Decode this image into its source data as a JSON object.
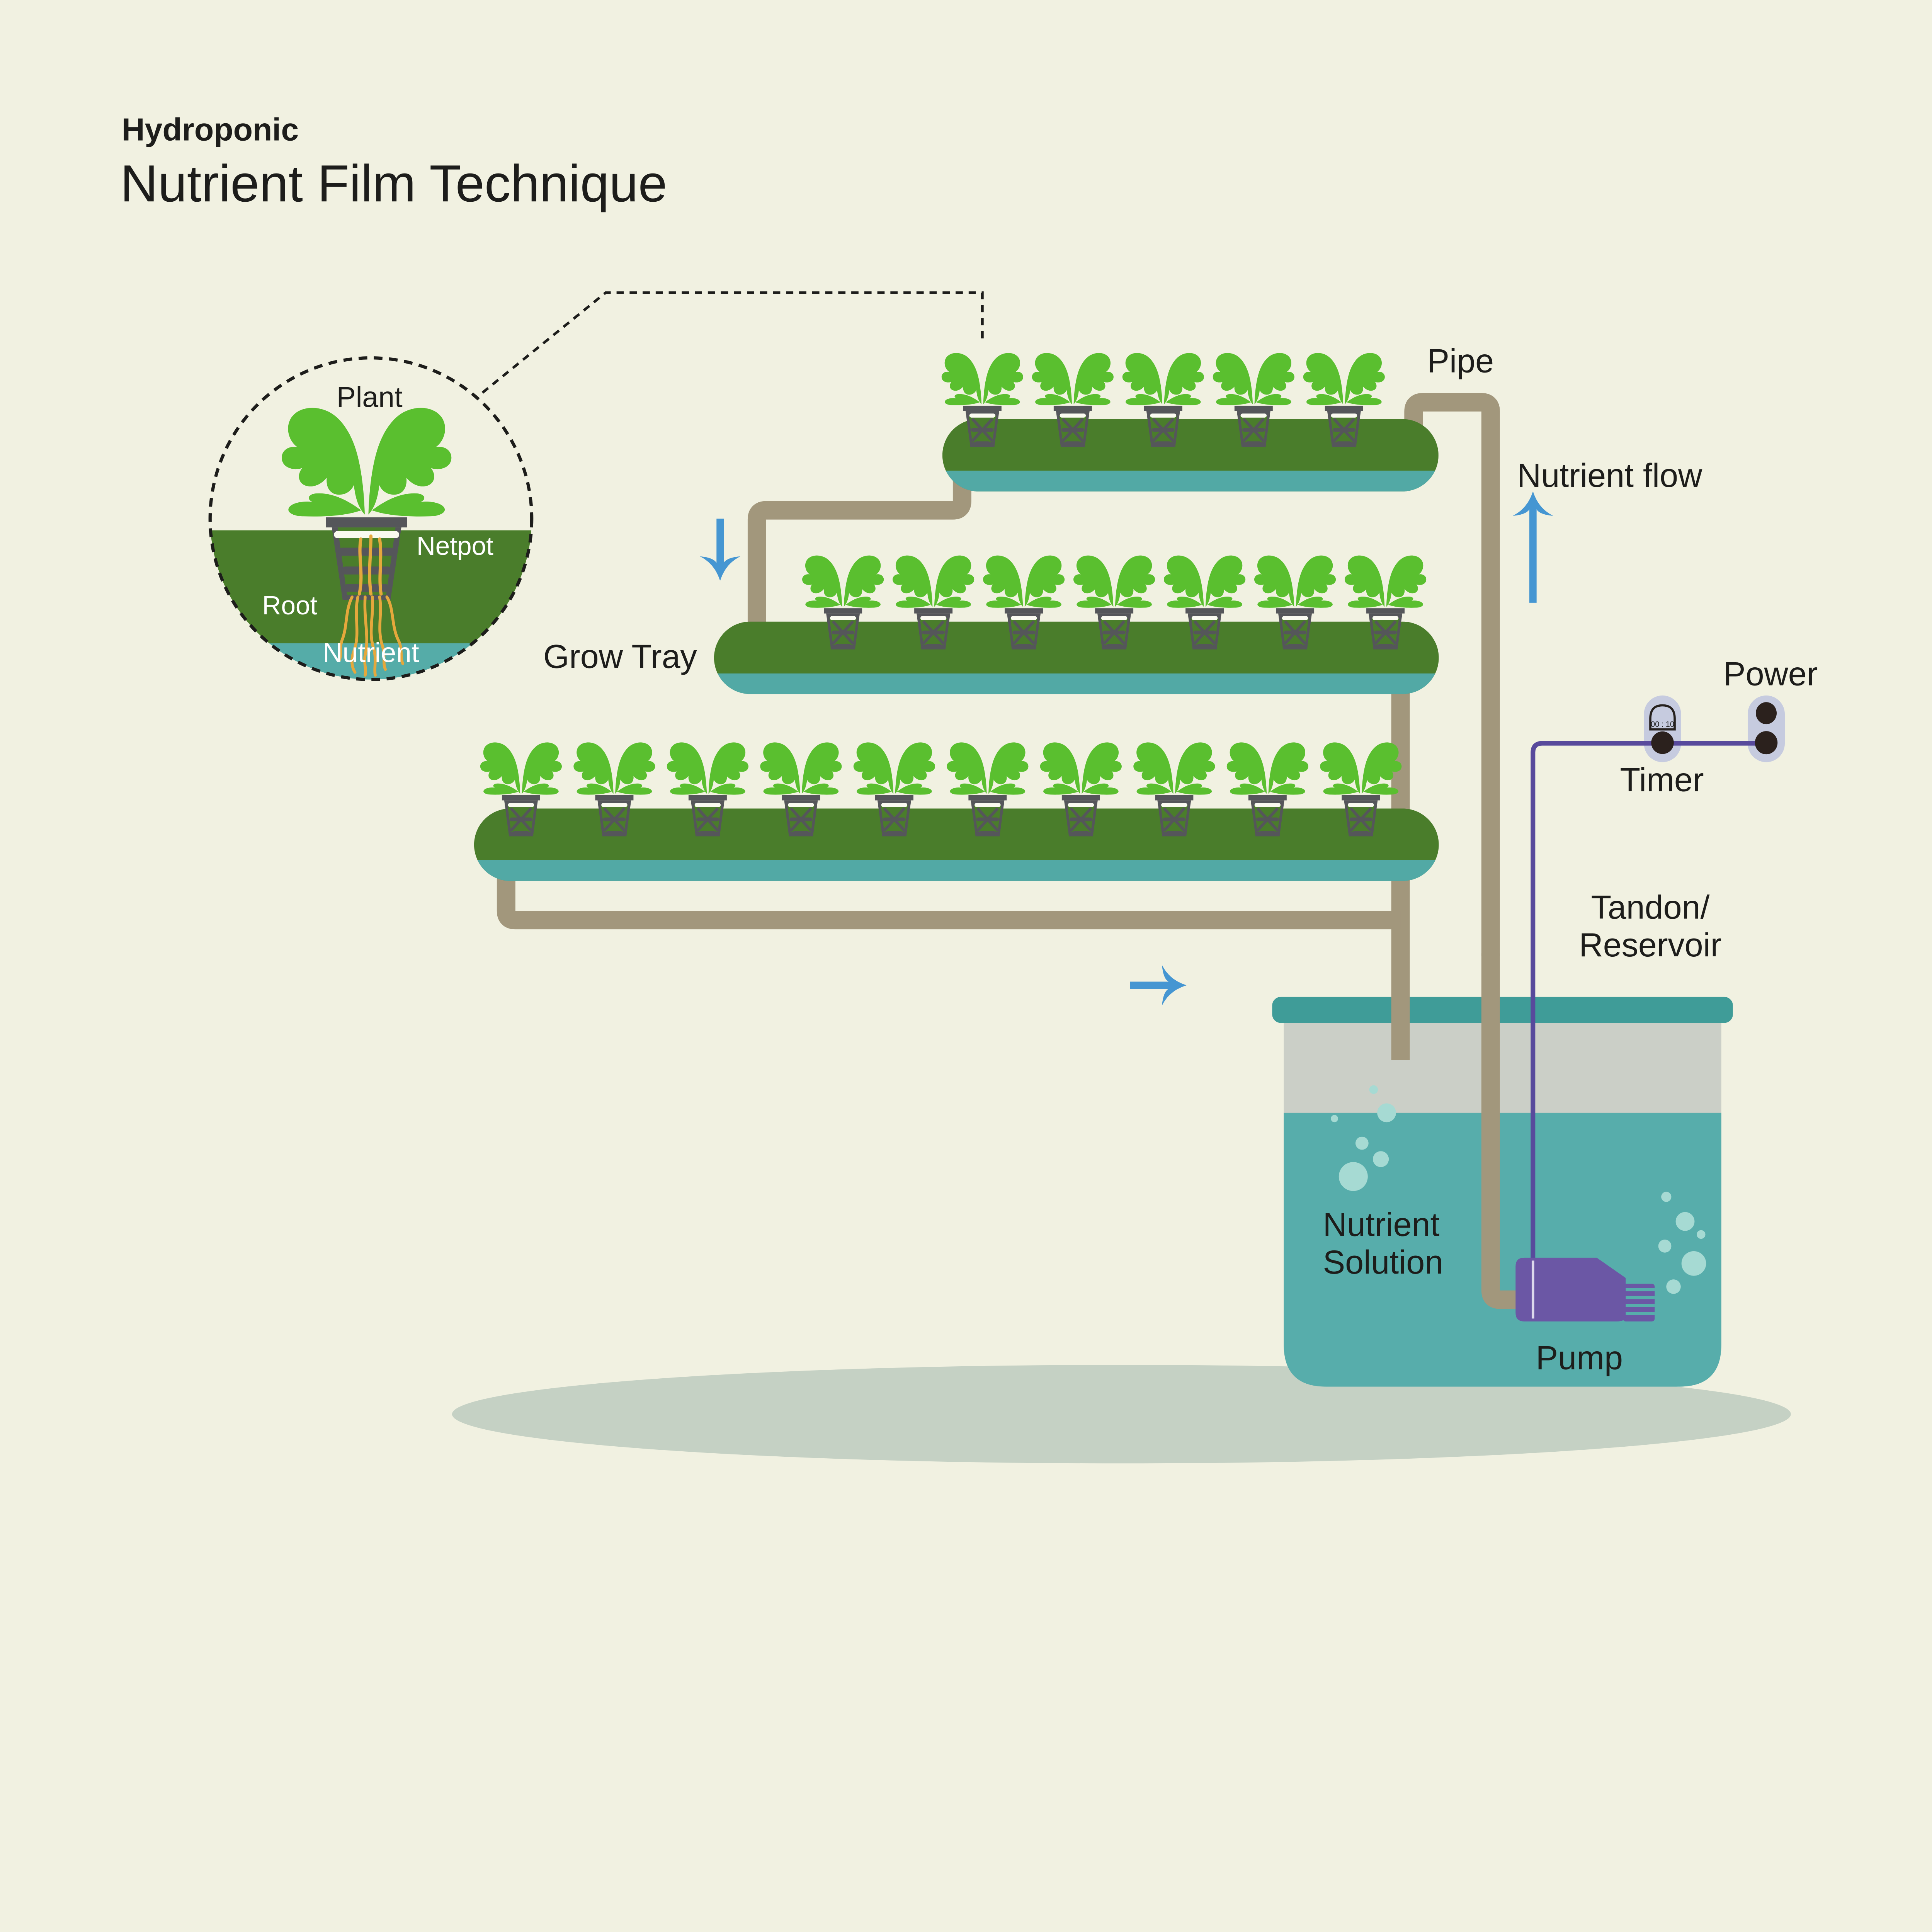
{
  "title": {
    "kicker": "Hydroponic",
    "main": "Nutrient Film Technique",
    "kicker_color": "#c9502a",
    "main_color": "#2e8b4b"
  },
  "inset": {
    "plant_label": "Plant",
    "netpot_label": "Netpot",
    "root_label": "Root",
    "nutrient_label": "Nutrient"
  },
  "labels": {
    "pipe": "Pipe",
    "nutrient_flow": "Nutrient flow",
    "grow_tray": "Grow Tray",
    "power": "Power",
    "timer": "Timer",
    "reservoir_line1": "Tandon/",
    "reservoir_line2": "Reservoir",
    "solution_line1": "Nutrient",
    "solution_line2": "Solution",
    "pump": "Pump"
  },
  "timer": {
    "display": "00 : 10"
  },
  "system": {
    "trays": [
      {
        "position": "top",
        "plants": 5
      },
      {
        "position": "middle",
        "plants": 7
      },
      {
        "position": "bottom",
        "plants": 10
      }
    ]
  },
  "palette": {
    "background": "#f1f1e1",
    "tray_green": "#4a7d2b",
    "tray_water_strip": "#52a9a5",
    "leaf_green": "#5abf2f",
    "pot_gray": "#55565a",
    "pipe_tan": "#a2977c",
    "arrow_blue": "#4596d2",
    "tank_lid_teal": "#3f9c98",
    "tank_gray": "#cbcfc7",
    "water_teal": "#57adab",
    "bubble": "#a6dad3",
    "pump_purple": "#6b57a5",
    "cable_purple": "#584a9c",
    "device_pill": "#c6cbdf",
    "socket_dark": "#2b211d",
    "root_orange": "#e5a83c",
    "shadow": "#c5d1c4",
    "title_orange": "#c9502a",
    "title_green": "#2e8b4b",
    "text_dark": "#1d1d1b"
  }
}
